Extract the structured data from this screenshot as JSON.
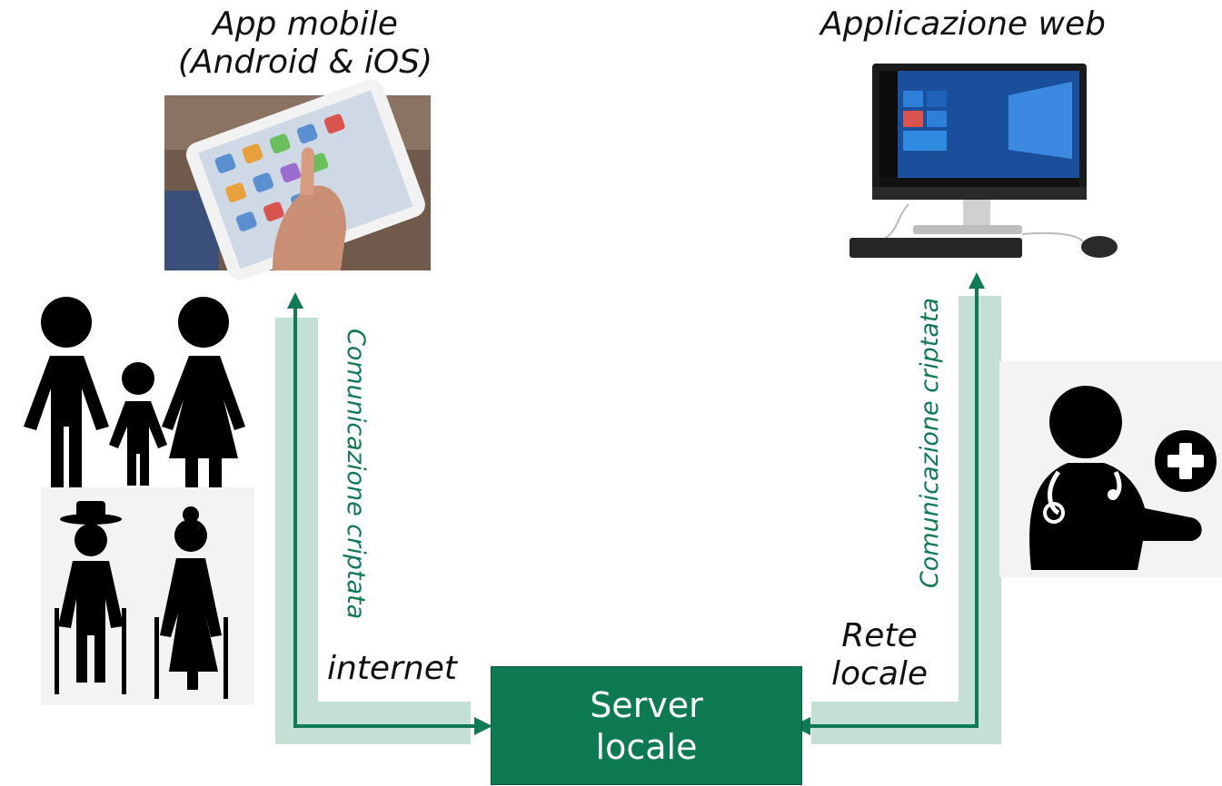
{
  "titles": {
    "mobile_line1": "App mobile",
    "mobile_line2": "(Android & iOS)",
    "web": "Applicazione web"
  },
  "links": {
    "left_vertical": "Comunicazione criptata",
    "right_vertical": "Comunicazione criptata",
    "internet": "internet",
    "rete_line1": "Rete",
    "rete_line2": "locale"
  },
  "server": {
    "line1": "Server",
    "line2": "locale"
  },
  "colors": {
    "arrow": "#0f7a54",
    "band": "#c4e0d5",
    "server_fill": "#0d7a52"
  },
  "icons": [
    "tablet-photo-icon",
    "desktop-computer-photo-icon",
    "family-icon",
    "elderly-couple-icon",
    "doctor-icon",
    "medical-plus-icon"
  ]
}
